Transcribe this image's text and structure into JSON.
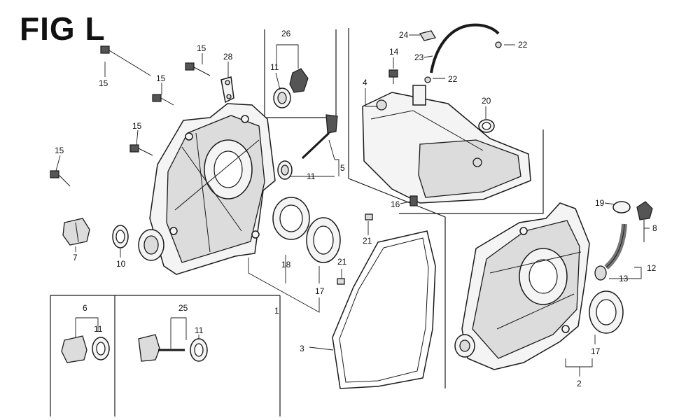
{
  "figure": {
    "title": "FIG L"
  },
  "callouts": {
    "c15a": "15",
    "c15b": "15",
    "c15c": "15",
    "c15d": "15",
    "c15e": "15",
    "c28": "28",
    "c26": "26",
    "c11a": "11",
    "c11b": "11",
    "c5": "5",
    "c7": "7",
    "c10": "10",
    "c18": "18",
    "c17a": "17",
    "c1": "1",
    "c21a": "21",
    "c21b": "21",
    "c3": "3",
    "c24": "24",
    "c23": "23",
    "c22a": "22",
    "c22b": "22",
    "c14": "14",
    "c4": "4",
    "c20": "20",
    "c16": "16",
    "c19": "19",
    "c8a": "8",
    "c12": "12",
    "c13": "13",
    "c17b": "17",
    "c2": "2",
    "c6": "6",
    "c11c": "11",
    "c25": "25",
    "c11d": "11"
  }
}
